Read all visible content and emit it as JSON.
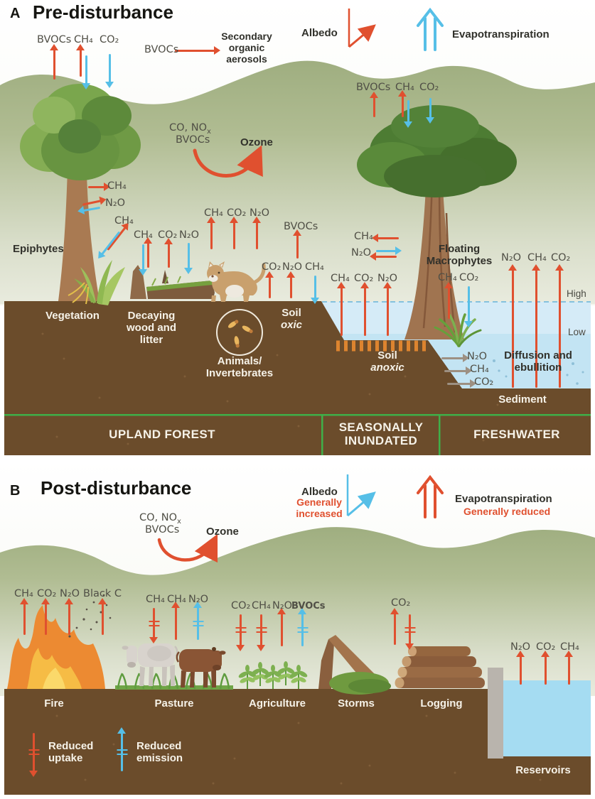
{
  "figure": {
    "panel_a_tag": "A",
    "panel_a_title": "Pre-disturbance",
    "panel_b_tag": "B",
    "panel_b_title": "Post-disturbance"
  },
  "colors": {
    "red_arrow": "#e0502f",
    "blue_arrow": "#56bfe7",
    "tan_arrow": "#9d9082",
    "soil_brown": "#6b4c2b",
    "water_blue": "#c3e4f3",
    "hill_green": "#a7b489",
    "zone_line_green": "#3faf49"
  },
  "panelA": {
    "canopy_left_gases": [
      "BVOCs",
      "CH₄",
      "CO₂"
    ],
    "soa_source": "BVOCs",
    "soa_product": "Secondary organic aerosols",
    "albedo_label": "Albedo",
    "evapotranspiration_label": "Evapotranspiration",
    "canopy_right_gases": [
      "BVOCs",
      "CH₄",
      "CO₂"
    ],
    "ozone_reactants_main": "CO, NO",
    "ozone_reactants_sub": "x",
    "ozone_reactants_line2": "BVOCs",
    "ozone_product": "Ozone",
    "trunk_ch4": "CH₄",
    "trunk_n2o": "N₂O",
    "epiphytes_label": "Epiphytes",
    "epiphyte_ch4": "CH₄",
    "deadwood_gases": [
      "CH₄",
      "CO₂",
      "N₂O"
    ],
    "animal_gases": [
      "CH₄",
      "CO₂",
      "N₂O"
    ],
    "soil_bvocs": "BVOCs",
    "soil_gases": [
      "CO₂",
      "N₂O",
      "CH₄"
    ],
    "soil_oxic_line1": "Soil",
    "soil_oxic_line2": "oxic",
    "flooded_tree_ch4": "CH₄",
    "flooded_tree_n2o": "N₂O",
    "flooded_gases": [
      "CH₄",
      "CO₂",
      "N₂O"
    ],
    "soil_anoxic_line1": "Soil",
    "soil_anoxic_line2": "anoxic",
    "macrophytes_label": "Floating Macrophytes",
    "macrophyte_gases": [
      "CH₄",
      "CO₂"
    ],
    "freshwater_gases": [
      "N₂O",
      "CH₄",
      "CO₂"
    ],
    "level_high": "High",
    "level_low": "Low",
    "diffusion_label": "Diffusion and ebullition",
    "lateral_gases": [
      "N₂O",
      "CH₄",
      "CO₂"
    ],
    "sediment_label": "Sediment",
    "vegetation_label": "Vegetation",
    "deadwood_label": "Decaying wood and litter",
    "animals_label": "Animals/ Invertebrates",
    "zone_labels": [
      "UPLAND FOREST",
      "SEASONALLY INUNDATED",
      "FRESHWATER"
    ]
  },
  "panelB": {
    "ozone_reactants_main": "CO, NO",
    "ozone_reactants_sub": "x",
    "ozone_reactants_line2": "BVOCs",
    "ozone_product": "Ozone",
    "albedo_label": "Albedo",
    "albedo_note": "Generally increased",
    "evapotranspiration_label": "Evapotranspiration",
    "evapotranspiration_note": "Generally reduced",
    "fire_gases": [
      "CH₄",
      "CO₂",
      "N₂O",
      "Black C"
    ],
    "pasture_gases": [
      "CH₄",
      "CH₄",
      "N₂O"
    ],
    "agriculture_gases": [
      "CO₂",
      "CH₄",
      "N₂O",
      "BVOCs"
    ],
    "logging_gas": "CO₂",
    "reservoir_gases": [
      "N₂O",
      "CO₂",
      "CH₄"
    ],
    "site_labels": [
      "Fire",
      "Pasture",
      "Agriculture",
      "Storms",
      "Logging",
      "Reservoirs"
    ],
    "legend_reduced_uptake": "Reduced uptake",
    "legend_reduced_emission": "Reduced emission"
  }
}
